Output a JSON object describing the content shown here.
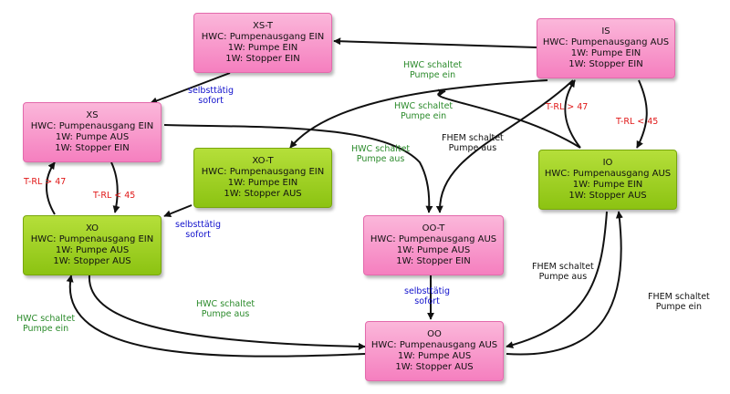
{
  "states": {
    "xs_t": {
      "name": "XS-T",
      "hwc": "HWC: Pumpenausgang EIN",
      "pump": "1W: Pumpe EIN",
      "stopper": "1W: Stopper EIN",
      "color": "#f48ec8"
    },
    "is": {
      "name": "IS",
      "hwc": "HWC: Pumpenausgang AUS",
      "pump": "1W: Pumpe EIN",
      "stopper": "1W: Stopper EIN",
      "color": "#f48ec8"
    },
    "xs": {
      "name": "XS",
      "hwc": "HWC: Pumpenausgang EIN",
      "pump": "1W: Pumpe AUS",
      "stopper": "1W: Stopper EIN",
      "color": "#f48ec8"
    },
    "xo_t": {
      "name": "XO-T",
      "hwc": "HWC: Pumpenausgang EIN",
      "pump": "1W: Pumpe EIN",
      "stopper": "1W: Stopper AUS",
      "color": "#9fd11e"
    },
    "io": {
      "name": "IO",
      "hwc": "HWC: Pumpenausgang AUS",
      "pump": "1W: Pumpe EIN",
      "stopper": "1W: Stopper AUS",
      "color": "#9fd11e"
    },
    "xo": {
      "name": "XO",
      "hwc": "HWC: Pumpenausgang EIN",
      "pump": "1W: Pumpe AUS",
      "stopper": "1W: Stopper AUS",
      "color": "#9fd11e"
    },
    "oo_t": {
      "name": "OO-T",
      "hwc": "HWC: Pumpenausgang AUS",
      "pump": "1W: Pumpe AUS",
      "stopper": "1W: Stopper EIN",
      "color": "#f48ec8"
    },
    "oo": {
      "name": "OO",
      "hwc": "HWC: Pumpenausgang AUS",
      "pump": "1W: Pumpe AUS",
      "stopper": "1W: Stopper AUS",
      "color": "#f48ec8"
    }
  },
  "labels": {
    "hwc_pumpe_ein_top": [
      "HWC schaltet",
      "Pumpe ein"
    ],
    "hwc_pumpe_ein_mid": [
      "HWC schaltet",
      "Pumpe ein"
    ],
    "hwc_pumpe_aus_mid": [
      "HWC schaltet",
      "Pumpe aus"
    ],
    "fhem_pumpe_aus_top": [
      "FHEM schaltet",
      "Pumpe aus"
    ],
    "selbst_xs": [
      "selbsttätig",
      "sofort"
    ],
    "selbst_xo": [
      "selbsttätig",
      "sofort"
    ],
    "selbst_oo": [
      "selbsttätig",
      "sofort"
    ],
    "trl_gt47_left": "T-RL > 47",
    "trl_lt45_left": "T-RL < 45",
    "trl_gt47_right": "T-RL > 47",
    "trl_lt45_right": "T-RL < 45",
    "fhem_pumpe_aus_right": [
      "FHEM schaltet",
      "Pumpe aus"
    ],
    "fhem_pumpe_ein_right": [
      "FHEM schaltet",
      "Pumpe ein"
    ],
    "hwc_pumpe_aus_bottom": [
      "HWC schaltet",
      "Pumpe aus"
    ],
    "hwc_pumpe_ein_left": [
      "HWC schaltet",
      "Pumpe ein"
    ]
  },
  "colors": {
    "pink_state": "#f48ec8",
    "green_state": "#9fd11e",
    "hwc_label": "#2a8a2a",
    "auto_label": "#1010cc",
    "temp_label": "#e01818",
    "arrow": "#111111"
  }
}
